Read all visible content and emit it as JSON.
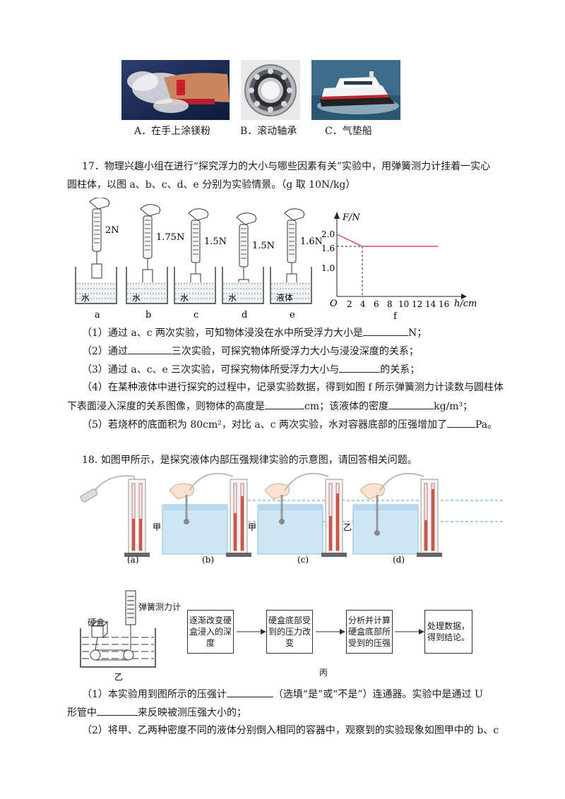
{
  "top_images": {
    "a_caption": "A．在手上涂镁粉",
    "b_caption": "B．滚动轴承",
    "c_caption": "C．气垫船"
  },
  "q17": {
    "stem_line1": "17．物理兴趣小组在进行“探究浮力的大小与哪些因素有关”实验中，用弹簧测力计挂着一实心",
    "stem_line2": "圆柱体，以图 a、b、c、d、e 分别为实验情景。（g 取 10N/kg）",
    "setups": [
      {
        "reading": "2N",
        "liquid": "水",
        "label": "a"
      },
      {
        "reading": "1.75N",
        "liquid": "水",
        "label": "b"
      },
      {
        "reading": "1.5N",
        "liquid": "水",
        "label": "c"
      },
      {
        "reading": "1.5N",
        "liquid": "水",
        "label": "d"
      },
      {
        "reading": "1.6N",
        "liquid": "液体",
        "label": "e"
      }
    ],
    "graph": {
      "ylabel": "F/N",
      "xlabel": "h/cm",
      "origin": "O",
      "label": "f",
      "yticks": [
        "2.0",
        "1.6",
        "1.0"
      ],
      "xticks": [
        "2",
        "4",
        "6",
        "8",
        "10",
        "12",
        "14",
        "16"
      ]
    },
    "p1_a": "（1）通过 a、c 两次实验，可知物体浸没在水中所受浮力大小是",
    "p1_b": "N；",
    "p2_a": "（2）通过",
    "p2_b": "三次实验，可探究物体所受浮力大小与浸没深度的关系；",
    "p3_a": "（3）通过 a、c、e 三次实验，可探究物体所受浮力大小与",
    "p3_b": "的关系；",
    "p4_line1": "（4）在某种液体中进行探究的过程中，记录实验数据，得到如图 f 所示弹簧测力计读数与圆柱体",
    "p4_a": "下表面浸入深度的关系图像，则物体的高度是",
    "p4_b": "cm；该液体的密度",
    "p4_c": "kg/m³；",
    "p5_a": "（5）若烧杯的底面积为 80cm²，对比 a、c 两次实验，水对容器底部的压强增加了",
    "p5_b": "Pa。"
  },
  "q18": {
    "stem": "18. 如图甲所示，是探究液体内部压强规律实验的示意图，请回答相关问题。",
    "fig_labels": [
      "(a)",
      "(b)",
      "(c)",
      "(d)"
    ],
    "liquid_labels": [
      "甲",
      "甲",
      "乙"
    ],
    "fig_jia": "甲",
    "fig_yi": "乙",
    "fig_bing": "丙",
    "box_label": "硬盒",
    "spring_label": "弹簧测力计",
    "flow": [
      "逐渐改变硬盒浸入的深度",
      "硬盒底部受到的压力改变",
      "分析并计算硬盒底部所受到的压强",
      "处理数据，得到结论。"
    ],
    "p1_a": "（1）本实验用到图所示的压强计",
    "p1_b": "（选填“是”或“不是”）连通器。实验中是通过 U",
    "p1_c": "形管中",
    "p1_d": "来反映被测压强大小的；",
    "p2": "（2）将甲、乙两种密度不同的液体分别倒入相同的容器中，观察到的实验现象如图甲中的 b、c"
  },
  "colors": {
    "graph_line": "#d9468a",
    "water": "#cfe6f5",
    "dashed_blue": "#3aa0d8"
  }
}
